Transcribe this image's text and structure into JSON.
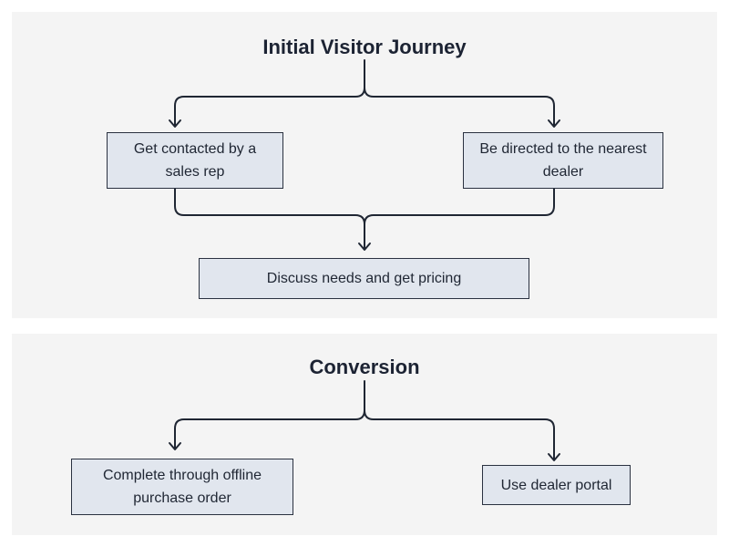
{
  "sections": [
    {
      "title": "Initial Visitor Journey",
      "nodes": {
        "left": "Get contacted by a sales rep",
        "right": "Be directed to the nearest dealer",
        "merge": "Discuss needs and get pricing"
      }
    },
    {
      "title": "Conversion",
      "nodes": {
        "left": "Complete through offline purchase order",
        "right": "Use dealer portal"
      }
    }
  ],
  "colors": {
    "panel_background": "#f4f4f4",
    "node_fill": "#e1e6ee",
    "node_border": "#2a3140",
    "connector": "#1f2633"
  }
}
